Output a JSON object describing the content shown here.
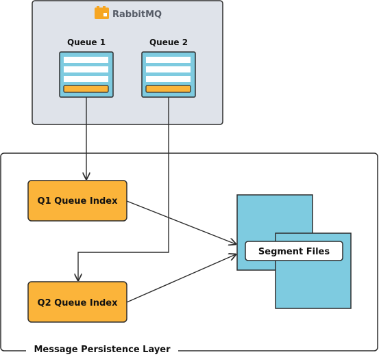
{
  "rabbitmq": {
    "logo_text": "RabbitMQ",
    "queues": [
      {
        "label": "Queue 1"
      },
      {
        "label": "Queue 2"
      }
    ]
  },
  "persistence": {
    "layer_label": "Message Persistence Layer",
    "index_boxes": [
      {
        "label": "Q1 Queue Index"
      },
      {
        "label": "Q2 Queue Index"
      }
    ],
    "segment_label": "Segment Files"
  },
  "colors": {
    "rabbit_panel_fill": "#dfe3ea",
    "queue_fill": "#7ecbe0",
    "queue_accent": "#fbb43a",
    "index_fill": "#fbb43a",
    "segment_fill": "#7ecbe0",
    "stroke": "#2d2d2d",
    "logo_orange": "#f6a623"
  }
}
